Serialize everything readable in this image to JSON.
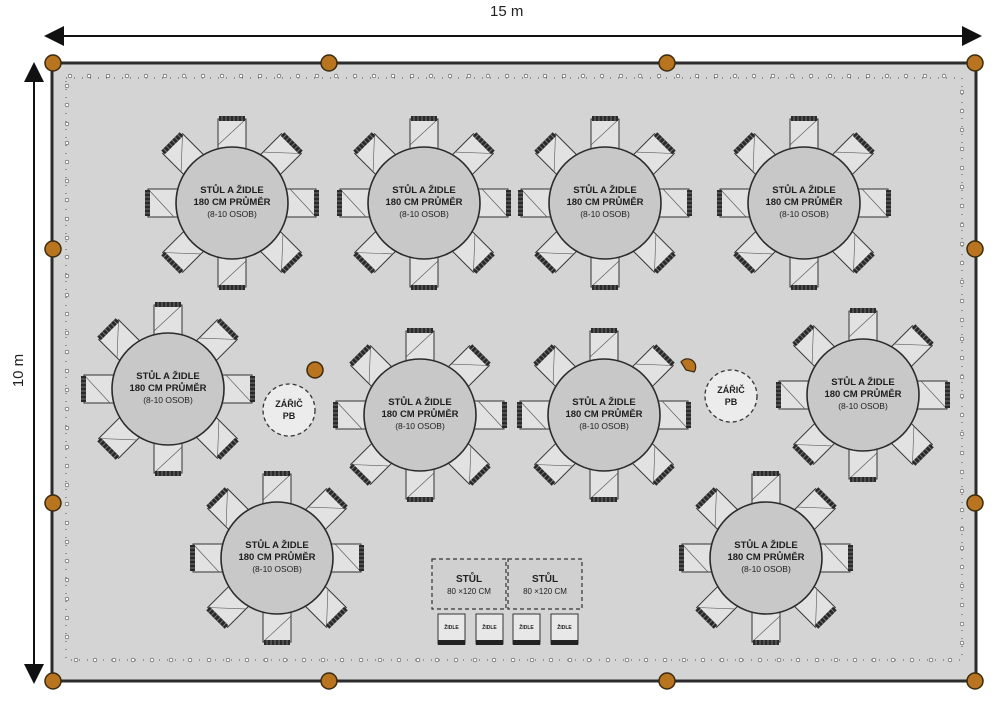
{
  "dimensions": {
    "width_label": "15 m",
    "height_label": "10 m"
  },
  "table_label": {
    "line1": "STŮL A ŽIDLE",
    "line2": "180 CM PRŮMĚR",
    "line3": "(8-10 OSOB)"
  },
  "heater": {
    "line1": "ZÁŘIČ",
    "line2": "PB"
  },
  "rect_tables": [
    {
      "line1": "STŮL",
      "line2": "80 ×120 CM"
    },
    {
      "line1": "STŮL",
      "line2": "80 ×120 CM"
    }
  ],
  "chair_label": "ŽIDLE",
  "colors": {
    "floor": "#d4d4d4",
    "table": "#c8c8c8",
    "post": "#b8741f",
    "outline": "#2b2b2b"
  }
}
